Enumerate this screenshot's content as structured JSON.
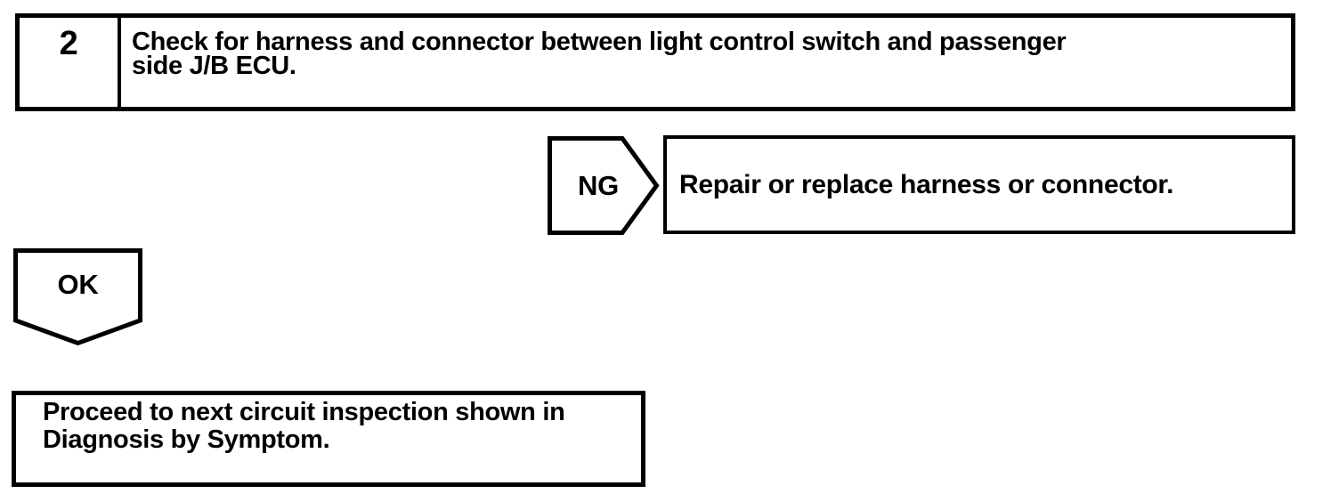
{
  "step": {
    "number": "2",
    "instruction_lines": [
      "Check for harness and connector between light control switch and passenger",
      "side J/B ECU."
    ]
  },
  "ng_branch": {
    "label": "NG",
    "action": "Repair or replace harness or connector."
  },
  "ok_branch": {
    "label": "OK",
    "action_lines": [
      "Proceed to next circuit inspection shown in",
      "Diagnosis by Symptom."
    ]
  },
  "colors": {
    "line": "#000000",
    "background": "#ffffff"
  }
}
